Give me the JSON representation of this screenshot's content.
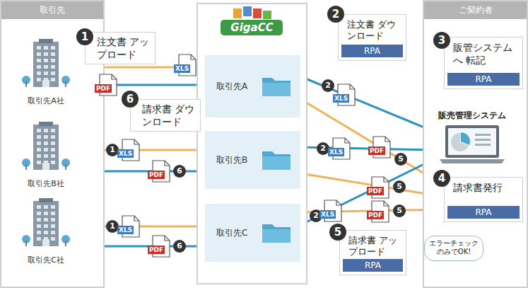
{
  "diagram": {
    "nodes": [
      {
        "text": [
          "取引先"
        ]
      },
      {
        "text": [
          "取引先A社"
        ],
        "in": 0
      },
      {
        "text": [
          "取引先B社"
        ],
        "in": 0
      },
      {
        "text": [
          "取引先C社"
        ],
        "in": 0
      },
      {
        "text": [
          "GigaCC"
        ]
      },
      {
        "text": [
          "取引先A"
        ],
        "in": 4
      },
      {
        "text": [
          "取引先B"
        ],
        "in": 4
      },
      {
        "text": [
          "取引先C"
        ],
        "in": 4
      },
      {
        "text": [
          "ご契約者"
        ]
      },
      {
        "text": [
          "販管システムへ 転記",
          "RPA"
        ],
        "in": 8
      },
      {
        "text": [
          "販売管理システム"
        ],
        "in": 8
      },
      {
        "text": [
          "請求書発行",
          "RPA"
        ],
        "in": 8
      },
      {
        "text": [
          "注文書 ダウンロード",
          "RPA"
        ]
      },
      {
        "text": [
          "請求書 アップロード",
          "RPA"
        ]
      },
      {
        "text": [
          "注文書 アップロード"
        ]
      },
      {
        "text": [
          "請求書 ダウンロード"
        ]
      },
      {
        "text": [
          "エラーチェック のみでOK!"
        ],
        "in": 8
      }
    ],
    "edges": [
      {
        "from": 1,
        "to": 5,
        "arrow": "to"
      },
      {
        "from": 5,
        "to": 1,
        "arrow": "to"
      },
      {
        "from": 2,
        "to": 6,
        "arrow": "to"
      },
      {
        "from": 6,
        "to": 2,
        "arrow": "to"
      },
      {
        "from": 3,
        "to": 7,
        "arrow": "to"
      },
      {
        "from": 7,
        "to": 3,
        "arrow": "to"
      },
      {
        "from": 5,
        "to": 10,
        "arrow": "to"
      },
      {
        "from": 11,
        "to": 5,
        "arrow": "to"
      },
      {
        "from": 6,
        "to": 10,
        "arrow": "to"
      },
      {
        "from": 11,
        "to": 6,
        "arrow": "to"
      },
      {
        "from": 7,
        "to": 10,
        "arrow": "to"
      },
      {
        "from": 11,
        "to": 7,
        "arrow": "to"
      }
    ],
    "labels": [
      "1",
      "6",
      "2",
      "3",
      "4",
      "5",
      "XLS",
      "PDF",
      "1",
      "XLS",
      "PDF",
      "6",
      "1",
      "XLS",
      "PDF",
      "6",
      "2",
      "XLS",
      "PDF",
      "5",
      "2",
      "XLS",
      "PDF",
      "5",
      "2",
      "XLS",
      "PDF",
      "5"
    ]
  }
}
